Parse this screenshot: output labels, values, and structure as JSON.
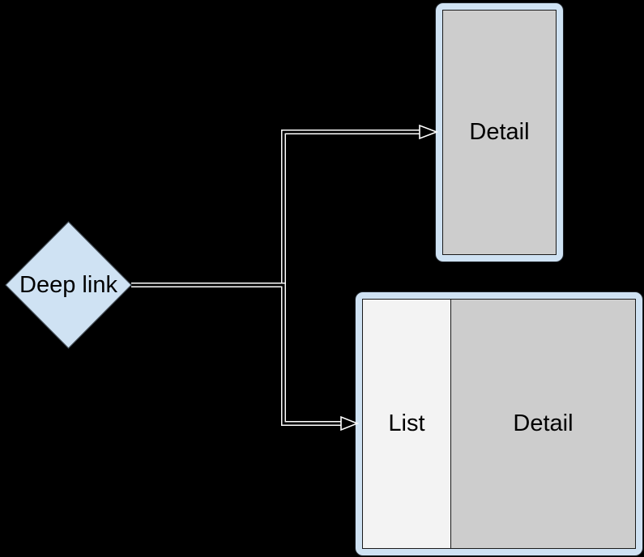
{
  "diagram": {
    "title": "Deep link navigation diagram",
    "background_color": "#000000",
    "colors": {
      "node_fill_blue": "#cfe2f3",
      "device_frame_blue": "#cfe2f3",
      "detail_pane_gray": "#cdcdcd",
      "list_pane_gray": "#f3f3f3",
      "connector_casing": "#ffffff",
      "connector_core": "#000000",
      "pane_border": "#1a1a1a",
      "text": "#000000"
    },
    "deep_link_node": {
      "shape": "diamond",
      "label": "Deep link"
    },
    "portrait_device": {
      "panes": [
        {
          "label": "Detail"
        }
      ]
    },
    "landscape_device": {
      "panes": [
        {
          "label": "List"
        },
        {
          "label": "Detail"
        }
      ]
    },
    "arrows": [
      {
        "from": "deep-link-node",
        "to": "portrait-device",
        "style": "elbow-hollow"
      },
      {
        "from": "deep-link-node",
        "to": "landscape-device",
        "style": "elbow-hollow"
      }
    ]
  }
}
